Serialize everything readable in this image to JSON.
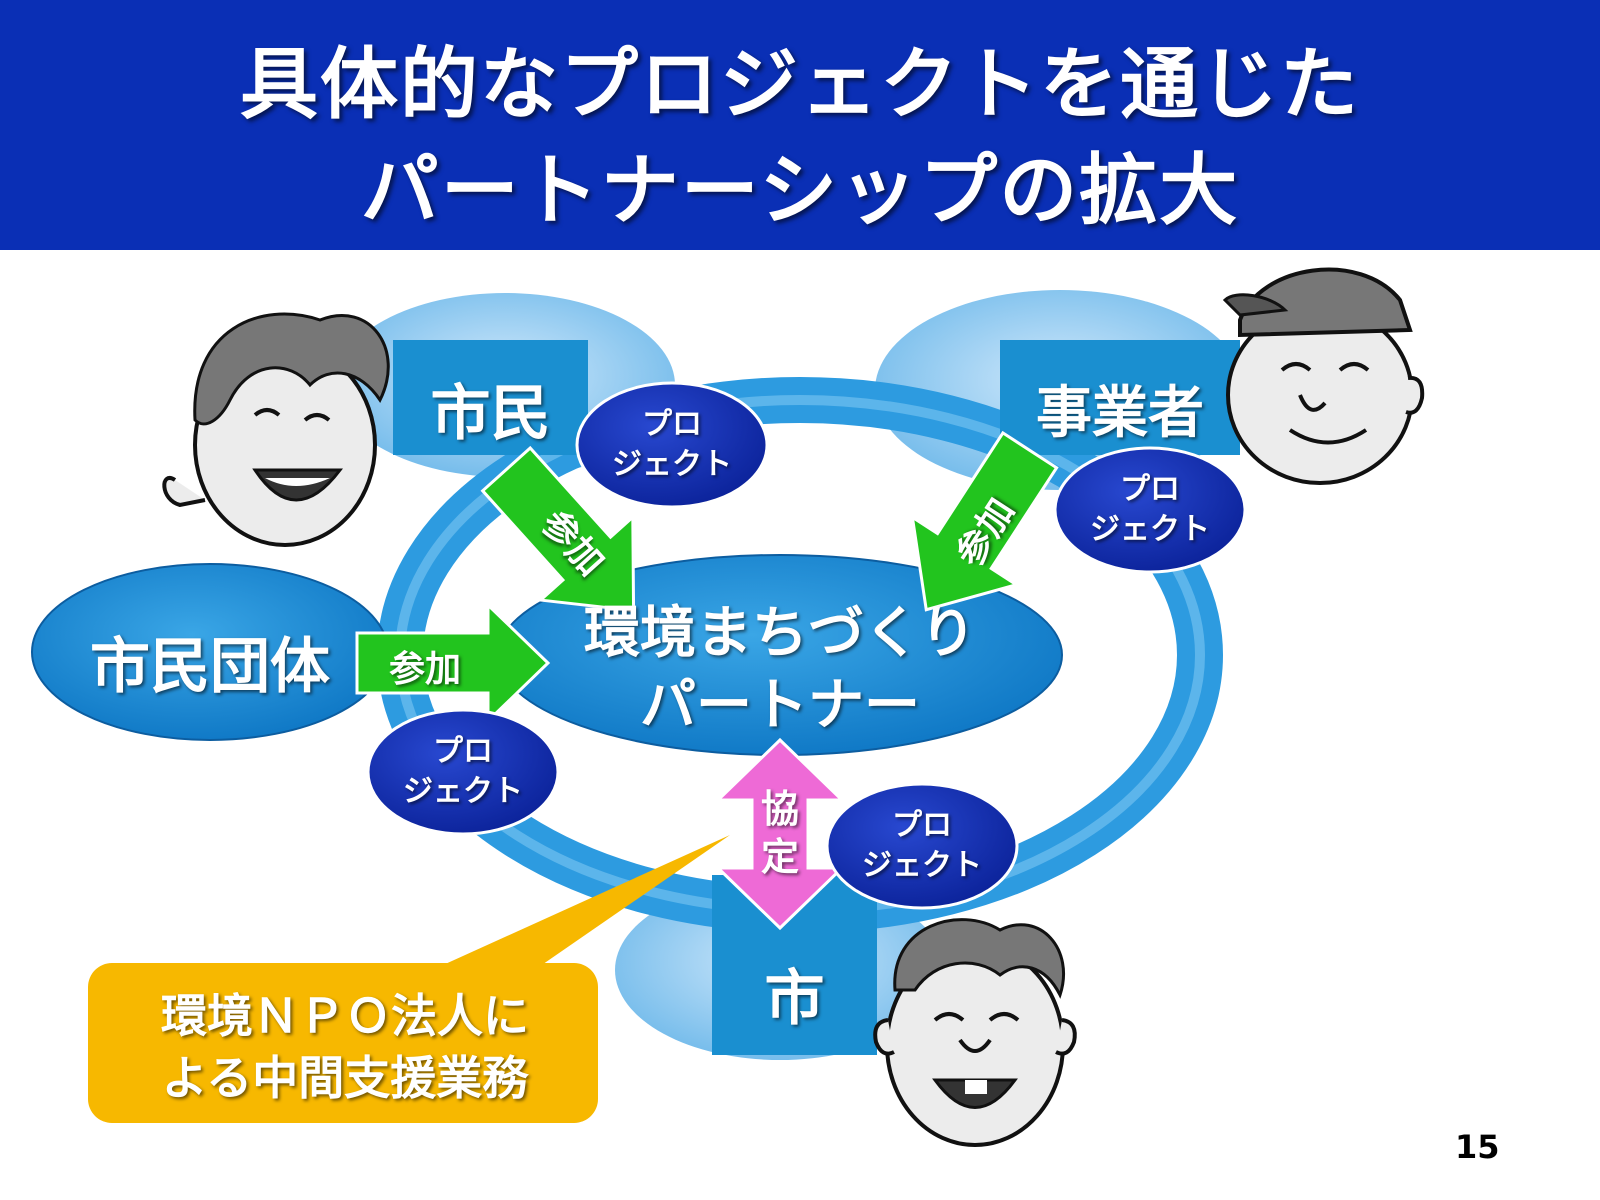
{
  "title": {
    "line1": "具体的なプロジェクトを通じた",
    "line2": "パートナーシップの拡大"
  },
  "nodes": {
    "shimin": "市民",
    "jigyosha": "事業者",
    "shimin_dantai": "市民団体",
    "shi": "市",
    "center_line1": "環境まちづくり",
    "center_line2": "パートナー"
  },
  "project_label": {
    "line1": "プロ",
    "line2": "ジェクト"
  },
  "arrows": {
    "sanka": "参加",
    "kyotei": "協定"
  },
  "callout": {
    "line1": "環境ＮＰＯ法人に",
    "line2": "よる中間支援業務"
  },
  "page_number": "15",
  "colors": {
    "banner": "#0a2fb5",
    "node_box": "#1a8fd0",
    "ring": "#2d9be0",
    "project_ellipse": "#1432b4",
    "arrow_green": "#22c41e",
    "arrow_pink": "#ee6ad6",
    "callout": "#f7b800"
  }
}
